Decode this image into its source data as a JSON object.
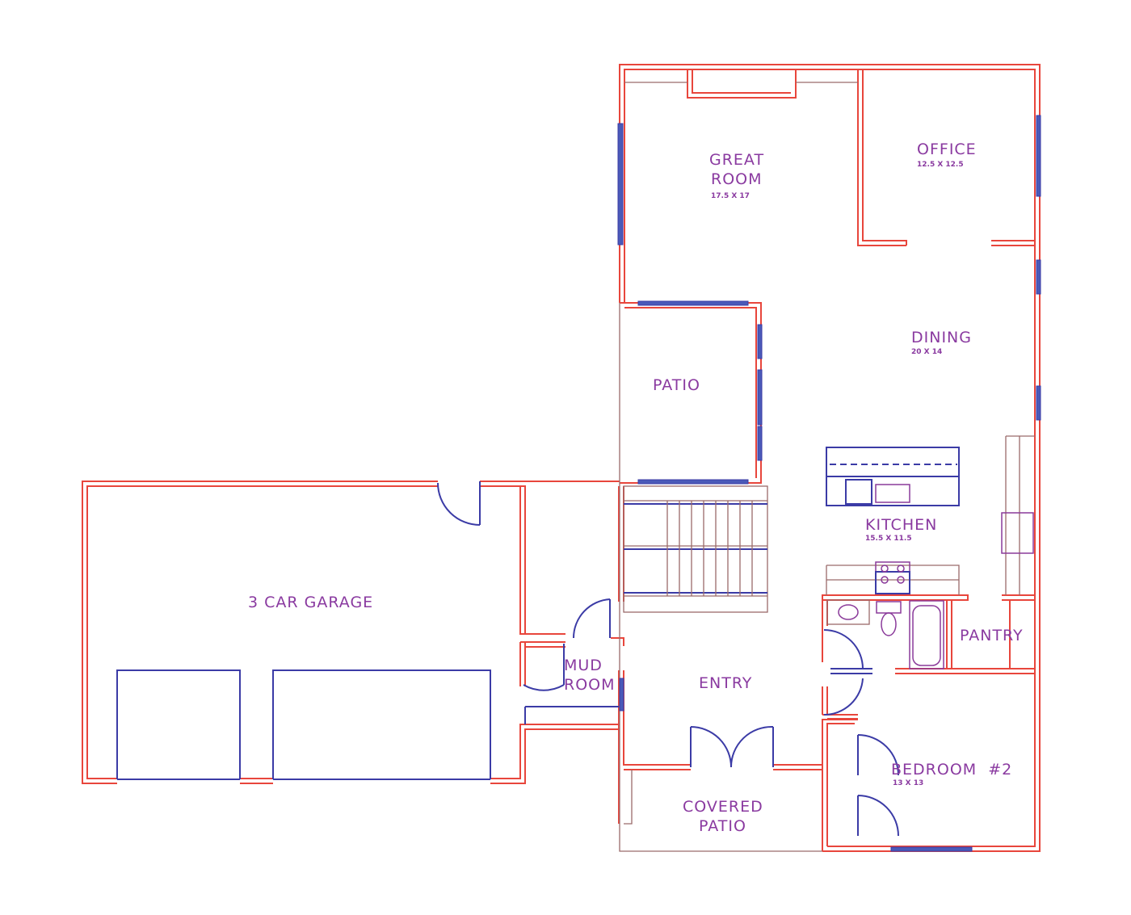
{
  "rooms": {
    "great_room": {
      "line1": "GREAT",
      "line2": "ROOM",
      "dims": "17.5 X 17"
    },
    "office": {
      "name": "OFFICE",
      "dims": "12.5 X 12.5"
    },
    "dining": {
      "name": "DINING",
      "dims": "20 X 14"
    },
    "patio": {
      "name": "PATIO"
    },
    "kitchen": {
      "name": "KITCHEN",
      "dims": "15.5 X 11.5"
    },
    "garage": {
      "name": "3 CAR GARAGE"
    },
    "pantry": {
      "name": "PANTRY"
    },
    "mud_room": {
      "line1": "MUD",
      "line2": "ROOM"
    },
    "entry": {
      "name": "ENTRY"
    },
    "bedroom2": {
      "name": "BEDROOM  #2",
      "dims": "13 X 13"
    },
    "covered_patio": {
      "line1": "COVERED",
      "line2": "PATIO"
    }
  },
  "colors": {
    "wall": "#e8463c",
    "window": "#3b3ba6",
    "label": "#8a3aa0"
  }
}
